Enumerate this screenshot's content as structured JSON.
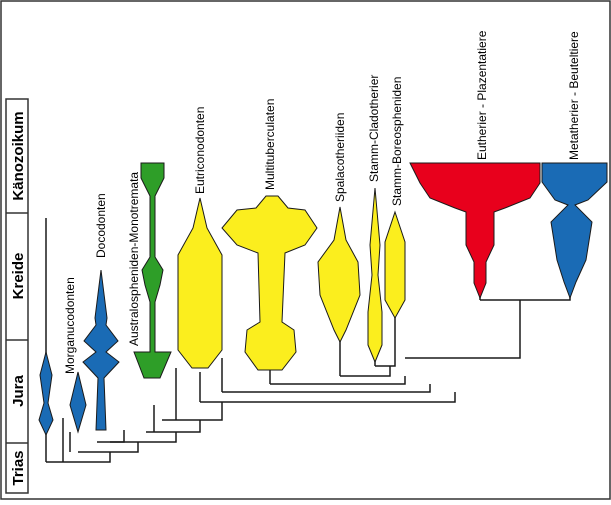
{
  "colors": {
    "blue": "#1a6bb5",
    "green": "#2e9e28",
    "yellow": "#fbee1e",
    "red": "#e8001c",
    "line": "#1a1a1a",
    "border": "#333333"
  },
  "eras": [
    {
      "label": "Trias"
    },
    {
      "label": "Jura"
    },
    {
      "label": "Kreide"
    },
    {
      "label": "Känozoikum"
    }
  ],
  "taxa": {
    "morganucodonten": {
      "label": "Morganucodonten",
      "color": "blue"
    },
    "docodonten": {
      "label": "Docodonten",
      "color": "blue"
    },
    "australosphenida": {
      "label": "Australospheniden-Monotremata",
      "color": "green"
    },
    "eutriconodonten": {
      "label": "Eutriconodonten",
      "color": "yellow"
    },
    "multituberculaten": {
      "label": "Multituberculaten",
      "color": "yellow"
    },
    "spalacotheriiden": {
      "label": "Spalacotheriiden",
      "color": "yellow"
    },
    "stamm_cladotherier": {
      "label": "Stamm-Cladotherier",
      "color": "yellow"
    },
    "stamm_boreospheniden": {
      "label": "Stamm-Boreospheniden",
      "color": "yellow"
    },
    "eutherier": {
      "label": "Eutherier - Plazentatiere",
      "color": "red"
    },
    "metatherier": {
      "label": "Metatherier - Beuteltiere",
      "color": "blue"
    }
  }
}
